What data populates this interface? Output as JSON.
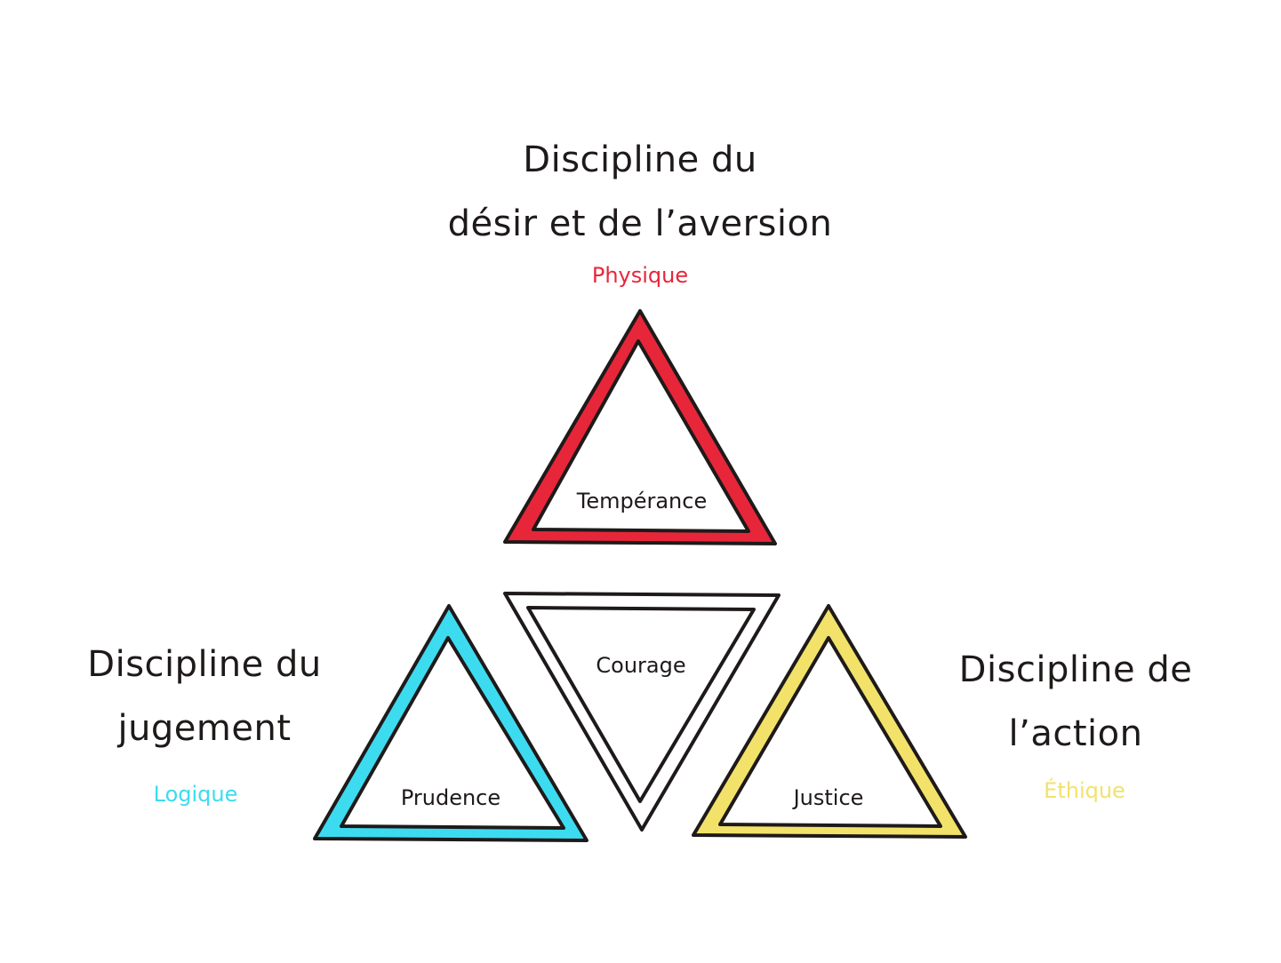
{
  "colors": {
    "ink": "#1f1a1a",
    "physique": "#e8263a",
    "logique": "#3ddbf0",
    "ethique": "#f2e26a",
    "courage": "#ffffff"
  },
  "top": {
    "heading_line1": "Discipline du",
    "heading_line2": "désir et de l’aversion",
    "domain": "Physique",
    "virtue": "Tempérance"
  },
  "left": {
    "heading_line1": "Discipline du",
    "heading_line2": "jugement",
    "domain": "Logique",
    "virtue": "Prudence"
  },
  "right": {
    "heading_line1": "Discipline de",
    "heading_line2": "l’action",
    "domain": "Éthique",
    "virtue": "Justice"
  },
  "center": {
    "virtue": "Courage"
  }
}
